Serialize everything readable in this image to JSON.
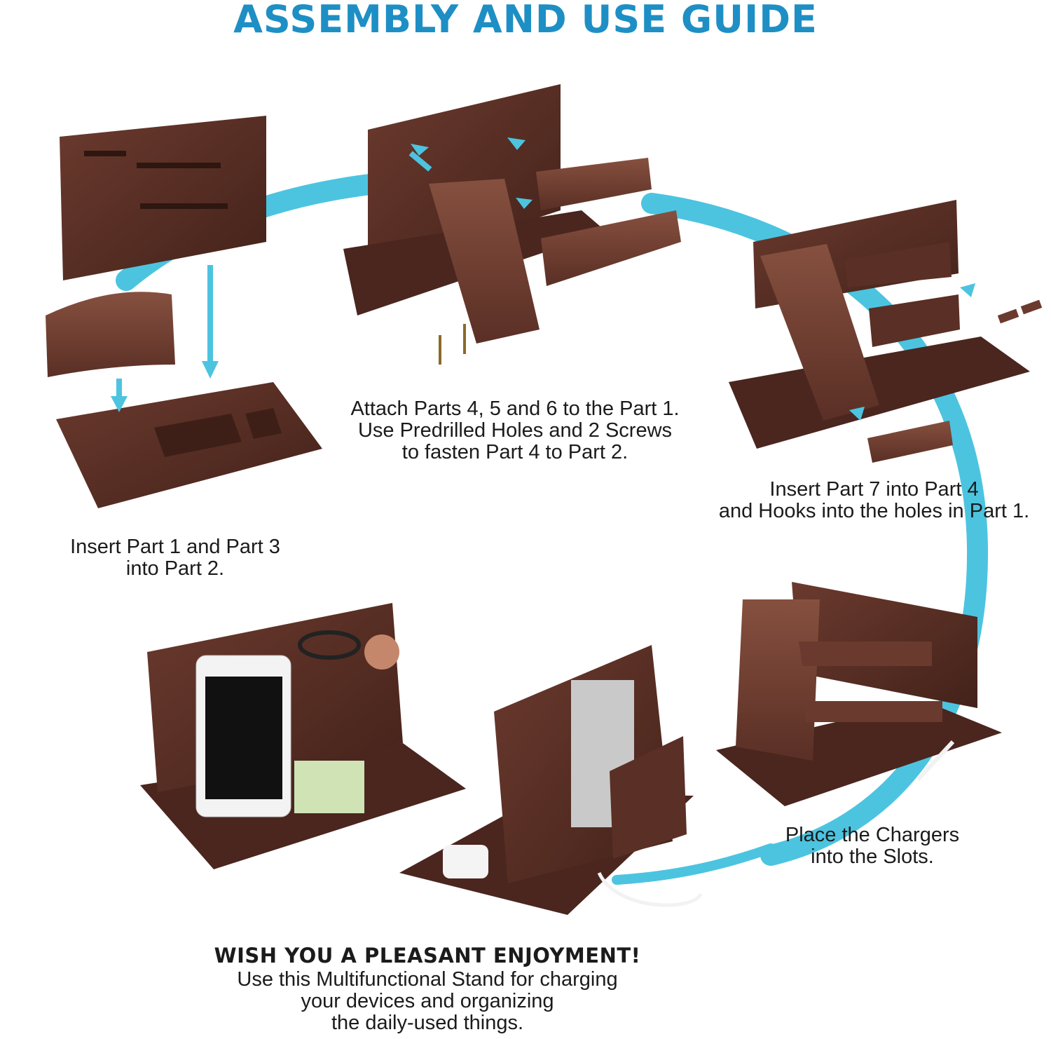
{
  "title": "ASSEMBLY AND USE GUIDE",
  "colors": {
    "title": "#1e8fc4",
    "ring": "#4cc4e0",
    "wood": "#5a2f25",
    "wood_dark": "#3e1f18",
    "wood_light": "#7a4538"
  },
  "steps": [
    {
      "caption": "Insert Part 1 and Part 3\ninto Part 2."
    },
    {
      "caption": "Attach Parts 4, 5 and 6 to the Part 1.\nUse Predrilled Holes and 2 Screws\nto fasten Part 4 to Part 2."
    },
    {
      "caption": "Insert Part 7 into Part 4\nand Hooks into the holes in Part 1."
    },
    {
      "caption": "Place the Chargers\ninto the Slots."
    }
  ],
  "closing": {
    "heading": "WISH YOU A PLEASANT ENJOYMENT!",
    "body": "Use this Multifunctional Stand for charging\nyour devices and organizing\nthe daily-used things."
  }
}
